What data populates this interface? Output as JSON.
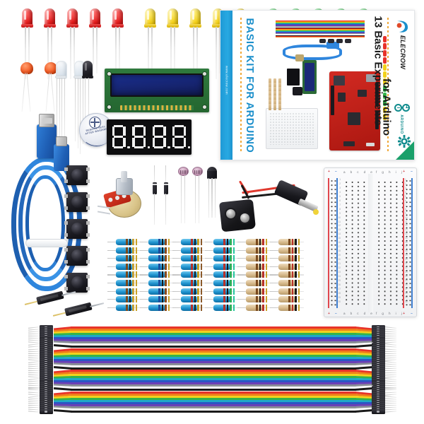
{
  "scene": {
    "title": "Elecrow Basic Kit for Arduino — product parts flat lay",
    "background_color": "#ffffff"
  },
  "product_box": {
    "brand": "ELECROW",
    "headline_line1": "13 Basic Experiments",
    "headline_line2": "for Arduino",
    "spine_title": "BASIC KIT FOR ARDUINO",
    "website": "www.elecrow.com",
    "arduino_label": "ARDUINO",
    "badge_label": "ARDUINO CERTIFIED",
    "spine_color": "#1f9ad6",
    "title_color": "#1b8fcb",
    "accent_color": "#f0a93a",
    "board_color": "#d22a22",
    "corner_color": "#1aa06a"
  },
  "components": {
    "leds": {
      "label": "5mm LEDs",
      "groups": [
        {
          "color_name": "red",
          "count": 5,
          "hex": "#e31b1b"
        },
        {
          "color_name": "yellow",
          "count": 5,
          "hex": "#f5d118"
        },
        {
          "color_name": "green",
          "count": 5,
          "hex": "#2fcb4e"
        }
      ]
    },
    "capacitors": {
      "label": "Ceramic capacitors",
      "count": 2,
      "hex": "#f4551d"
    },
    "rgb_leds": {
      "label": "RGB clear LEDs",
      "count": 2
    },
    "ir_led": {
      "label": "Infrared LED",
      "count": 1
    },
    "lcd": {
      "label": "LCD1602 display module",
      "pcb_hex": "#2f7a3d",
      "screen_hex": "#1a2f8f"
    },
    "seven_segment": {
      "label": "4-digit 7-segment display",
      "digits": "8.8.8.8.",
      "digit_count": 4,
      "body_hex": "#0d0d0f"
    },
    "coin_cell": {
      "label": "Coin cell battery",
      "warning_text": "REMOVE SEAL AFTER WASHING"
    },
    "usb_cable": {
      "label": "USB cable",
      "hex": "#1f5fb5"
    },
    "push_buttons": {
      "label": "Tactile push buttons",
      "count": 5
    },
    "potentiometer": {
      "label": "Rotary potentiometer",
      "count": 1
    },
    "diodes": {
      "label": "Diodes",
      "count": 2
    },
    "photoresistors": {
      "label": "Photoresistors (LDR)",
      "count": 2
    },
    "transistor": {
      "label": "Transistor",
      "count": 1
    },
    "battery_snap": {
      "label": "9V battery snap with DC barrel jack",
      "wire_red": "#e03a2f",
      "wire_black": "#1a1a1a"
    },
    "resistors": {
      "label": "Resistor assortment",
      "columns": 6,
      "rows": 9,
      "total": 54,
      "blue_columns": 4,
      "tan_columns": 2,
      "blue_hex": "#1f93cf",
      "tan_hex": "#d6b98a"
    },
    "reed_switches": {
      "label": "Reed / vibration switches",
      "count": 2
    },
    "breadboard": {
      "label": "Solderless breadboard 400 tie-point",
      "columns_left": "a b c d e",
      "columns_right": "f g h i j",
      "row_first": 1,
      "row_last": 30,
      "rail_plus": "+",
      "rail_minus": "−",
      "rail_positive_hex": "#e0474e",
      "rail_negative_hex": "#3f7fd0"
    },
    "jumper_wires": {
      "label": "Dupont jumper wire ribbon",
      "wire_count": 40,
      "colors": [
        "#e8332a",
        "#f07f1a",
        "#f2d21c",
        "#34b44a",
        "#1fa8c8",
        "#2b55c4",
        "#6b3fb5",
        "#8a8f96",
        "#ffffff",
        "#1a1a1a"
      ]
    }
  }
}
